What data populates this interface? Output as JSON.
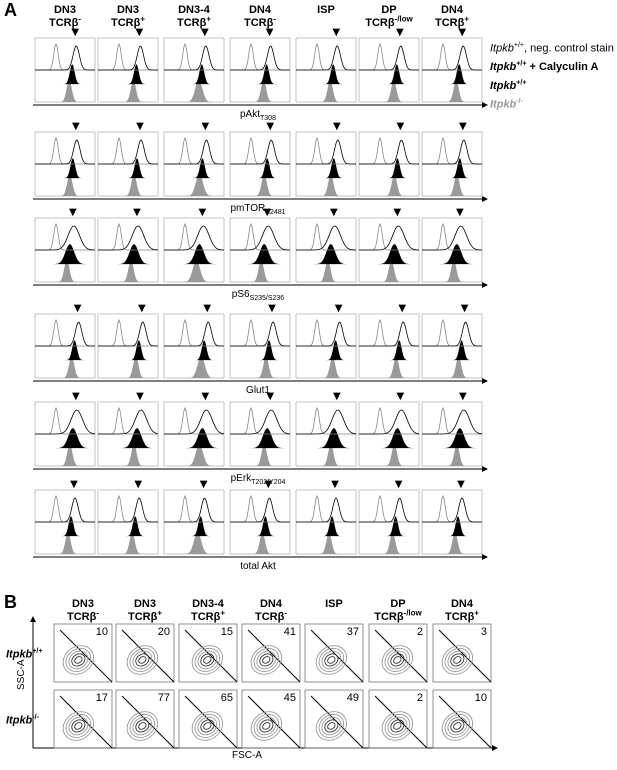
{
  "panelA": {
    "letter": "A",
    "columns": [
      {
        "l1": "DN3",
        "l2": "TCRβ",
        "sup": "-"
      },
      {
        "l1": "DN3",
        "l2": "TCRβ",
        "sup": "+"
      },
      {
        "l1": "DN3-4",
        "l2": "TCRβ",
        "sup": "+"
      },
      {
        "l1": "DN4",
        "l2": "TCRβ",
        "sup": "-"
      },
      {
        "l1": "ISP",
        "l2": "",
        "sup": ""
      },
      {
        "l1": "DP",
        "l2": "TCRβ",
        "sup": "-/low"
      },
      {
        "l1": "DN4",
        "l2": "TCRβ",
        "sup": "+"
      }
    ],
    "marker_glyph": "▼",
    "markers": [
      {
        "name": "pAkt",
        "sub": "T308"
      },
      {
        "name": "pmTOR",
        "sub": "S2481"
      },
      {
        "name": "pS6",
        "sub": "S235/S236"
      },
      {
        "name": "Glut1",
        "sub": ""
      },
      {
        "name": "pErk",
        "sub": "T202/Y204"
      },
      {
        "name": "total Akt",
        "sub": ""
      }
    ],
    "legend": {
      "l1_gene": "Itpkb",
      "l1_sup": "+/+",
      "l1_rest": ", neg. control stain",
      "l2_gene": "Itpkb",
      "l2_sup": "+/+",
      "l2_rest": " + Calyculin A",
      "l3_gene": "Itpkb",
      "l3_sup": "+/+",
      "l4_gene": "Itpkb",
      "l4_sup": "-/-"
    }
  },
  "panelB": {
    "letter": "B",
    "columns": [
      {
        "l1": "DN3",
        "l2": "TCRβ",
        "sup": "-"
      },
      {
        "l1": "DN3",
        "l2": "TCRβ",
        "sup": "+"
      },
      {
        "l1": "DN3-4",
        "l2": "TCRβ",
        "sup": "+"
      },
      {
        "l1": "DN4",
        "l2": "TCRβ",
        "sup": "-"
      },
      {
        "l1": "ISP",
        "l2": "",
        "sup": ""
      },
      {
        "l1": "DP",
        "l2": "TCRβ",
        "sup": "-/low"
      },
      {
        "l1": "DN4",
        "l2": "TCRβ",
        "sup": "+"
      }
    ],
    "rows": [
      {
        "gene": "Itpkb",
        "sup": "+/+",
        "values": [
          "10",
          "20",
          "15",
          "41",
          "37",
          "2",
          "3"
        ]
      },
      {
        "gene": "Itpkb",
        "sup": "-/-",
        "values": [
          "17",
          "77",
          "65",
          "45",
          "49",
          "2",
          "10"
        ]
      }
    ],
    "y_axis_label": "SSC-A",
    "x_axis_label": "FSC-A"
  }
}
